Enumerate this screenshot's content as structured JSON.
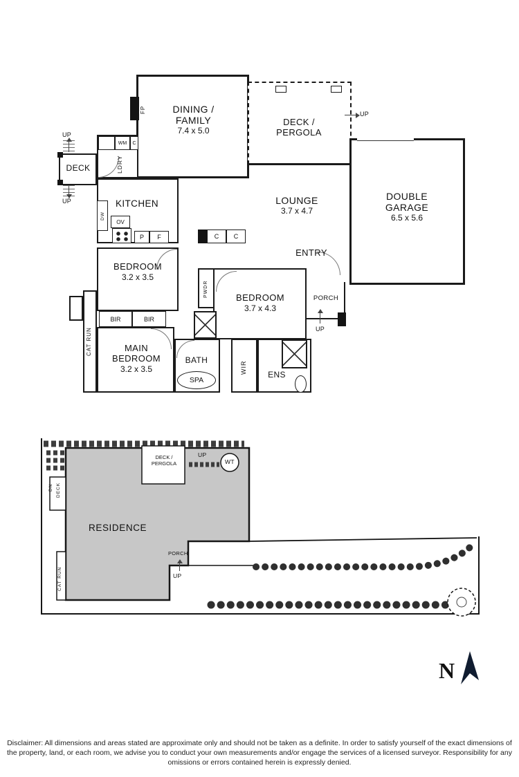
{
  "common": {
    "up": "UP"
  },
  "floor_plan": {
    "rooms": {
      "dining": {
        "name": "DINING / FAMILY",
        "dims": "7.4 x 5.0"
      },
      "deck_pergola": {
        "name": "DECK / PERGOLA"
      },
      "deck": {
        "name": "DECK"
      },
      "kitchen": {
        "name": "KITCHEN"
      },
      "lounge": {
        "name": "LOUNGE",
        "dims": "3.7 x 4.7"
      },
      "garage": {
        "name": "DOUBLE GARAGE",
        "dims": "6.5 x 5.6"
      },
      "entry": {
        "name": "ENTRY"
      },
      "bedroom_front": {
        "name": "BEDROOM",
        "dims": "3.2 x 3.5"
      },
      "main_bedroom": {
        "name": "MAIN BEDROOM",
        "dims": "3.2 x 3.5"
      },
      "bedroom_rear": {
        "name": "BEDROOM",
        "dims": "3.7 x 4.3"
      },
      "bath": {
        "name": "BATH"
      },
      "ens": {
        "name": "ENS"
      },
      "porch": {
        "name": "PORCH"
      }
    },
    "fixtures": {
      "wm": "WM",
      "c_laundry": "C",
      "ldry": "LDRY",
      "fp": "FP",
      "dw": "DW",
      "ov": "OV",
      "p": "P",
      "f": "F",
      "cupboard_c1": "C",
      "cupboard_c2": "C",
      "bir_1": "BIR",
      "bir_2": "BIR",
      "spa": "SPA",
      "pwdr": "PWDR",
      "wir": "WIR",
      "cat_run": "CAT RUN"
    }
  },
  "site_plan": {
    "residence_label": "RESIDENCE",
    "deck_pergola_label": "DECK / PERGOLA",
    "wt": "WT",
    "dn": "DN",
    "deck": "DECK",
    "cat_run": "CAT RUN",
    "porch": "PORCH"
  },
  "compass": {
    "label": "N"
  },
  "disclaimer": {
    "text": "Disclaimer: All dimensions and areas stated are approximate only and should not be taken as a definite. In order to satisfy yourself of the exact dimensions of the property, land, or each room, we advise you to conduct your own measurements and/or engage the services of a licensed surveyor. Responsibility for any omissions or errors contained herein is expressly denied."
  },
  "colors": {
    "wall": "#1a1a1a",
    "residence_fill": "#c7c7c7",
    "compass_fill": "#101c30"
  }
}
